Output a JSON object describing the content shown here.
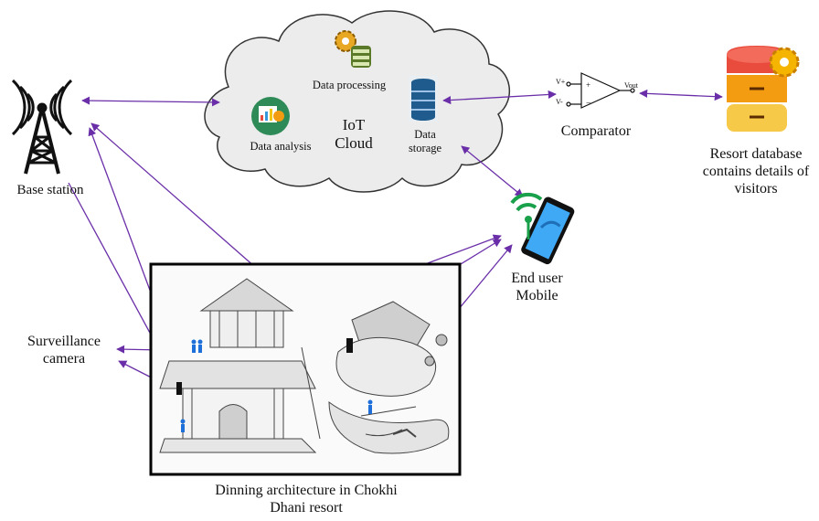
{
  "cloud": {
    "title_line1": "IoT",
    "title_line2": "Cloud",
    "processing_label": "Data processing",
    "analysis_label": "Data analysis",
    "storage_label_line1": "Data",
    "storage_label_line2": "storage"
  },
  "base_station": {
    "label": "Base station"
  },
  "comparator": {
    "label": "Comparator",
    "input_plus": "V+",
    "input_minus": "V-",
    "output": "Vout"
  },
  "database": {
    "label_line1": "Resort database",
    "label_line2": "contains details of",
    "label_line3": "visitors"
  },
  "mobile": {
    "label_line1": "End user",
    "label_line2": "Mobile"
  },
  "camera": {
    "label_line1": "Surveillance",
    "label_line2": "camera"
  },
  "resort": {
    "caption_line1": "Dinning architecture in Chokhi",
    "caption_line2": "Dhani resort"
  },
  "colors": {
    "arrow": "#6a2fa8",
    "cloud_fill": "#ececec",
    "cloud_stroke": "#333333"
  }
}
